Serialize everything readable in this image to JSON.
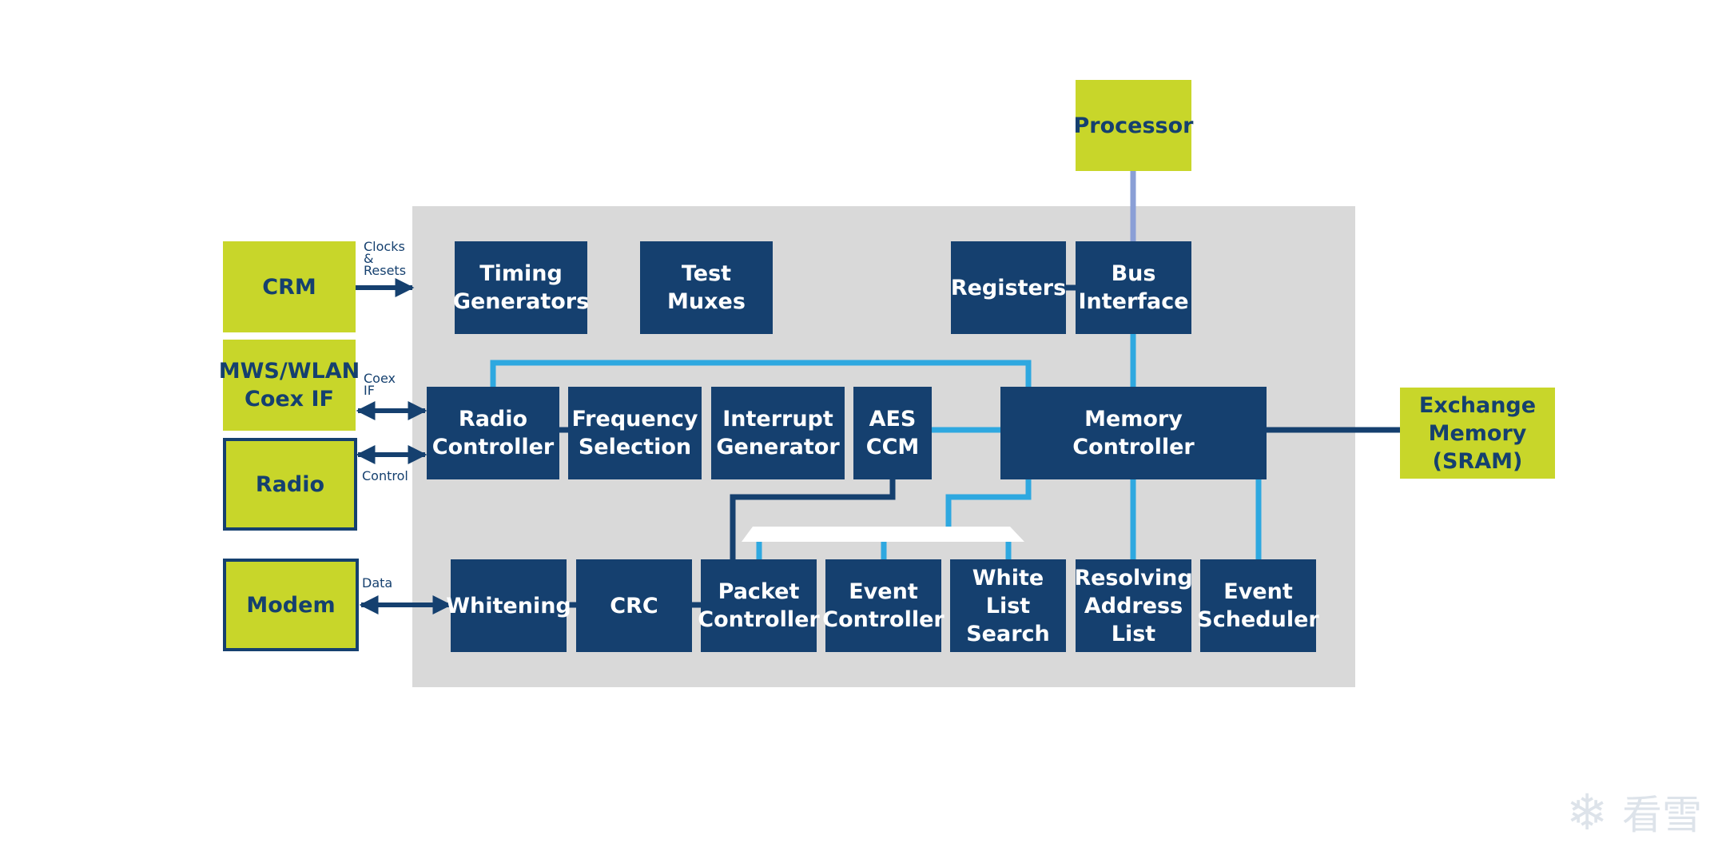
{
  "blocks": {
    "processor": "Processor",
    "crm": "CRM",
    "mws_coex": "MWS/WLAN\nCoex IF",
    "radio": "Radio",
    "modem": "Modem",
    "exchange_memory": "Exchange\nMemory\n(SRAM)",
    "timing_generators": "Timing\nGenerators",
    "test_muxes": "Test\nMuxes",
    "registers": "Registers",
    "bus_interface": "Bus\nInterface",
    "radio_controller": "Radio\nController",
    "frequency_selection": "Frequency\nSelection",
    "interrupt_generator": "Interrupt\nGenerator",
    "aes_ccm": "AES\nCCM",
    "memory_controller": "Memory\nController",
    "whitening": "Whitening",
    "crc": "CRC",
    "packet_controller": "Packet\nController",
    "event_controller": "Event\nController",
    "white_list_search": "White List\nSearch",
    "resolving_address_list": "Resolving\nAddress\nList",
    "event_scheduler": "Event\nScheduler"
  },
  "signals": {
    "clocks_resets": "Clocks\n&\nResets",
    "coex_if": "Coex\nIF",
    "control": "Control",
    "data": "Data"
  },
  "colors": {
    "dark_block": "#15406f",
    "lime_block": "#c8d62a",
    "panel": "#d9d9d9",
    "bus_light": "#2ea8e0",
    "processor_link": "#8a9fd6"
  },
  "watermark": {
    "icon": "snowflake-icon",
    "text": "看雪"
  }
}
